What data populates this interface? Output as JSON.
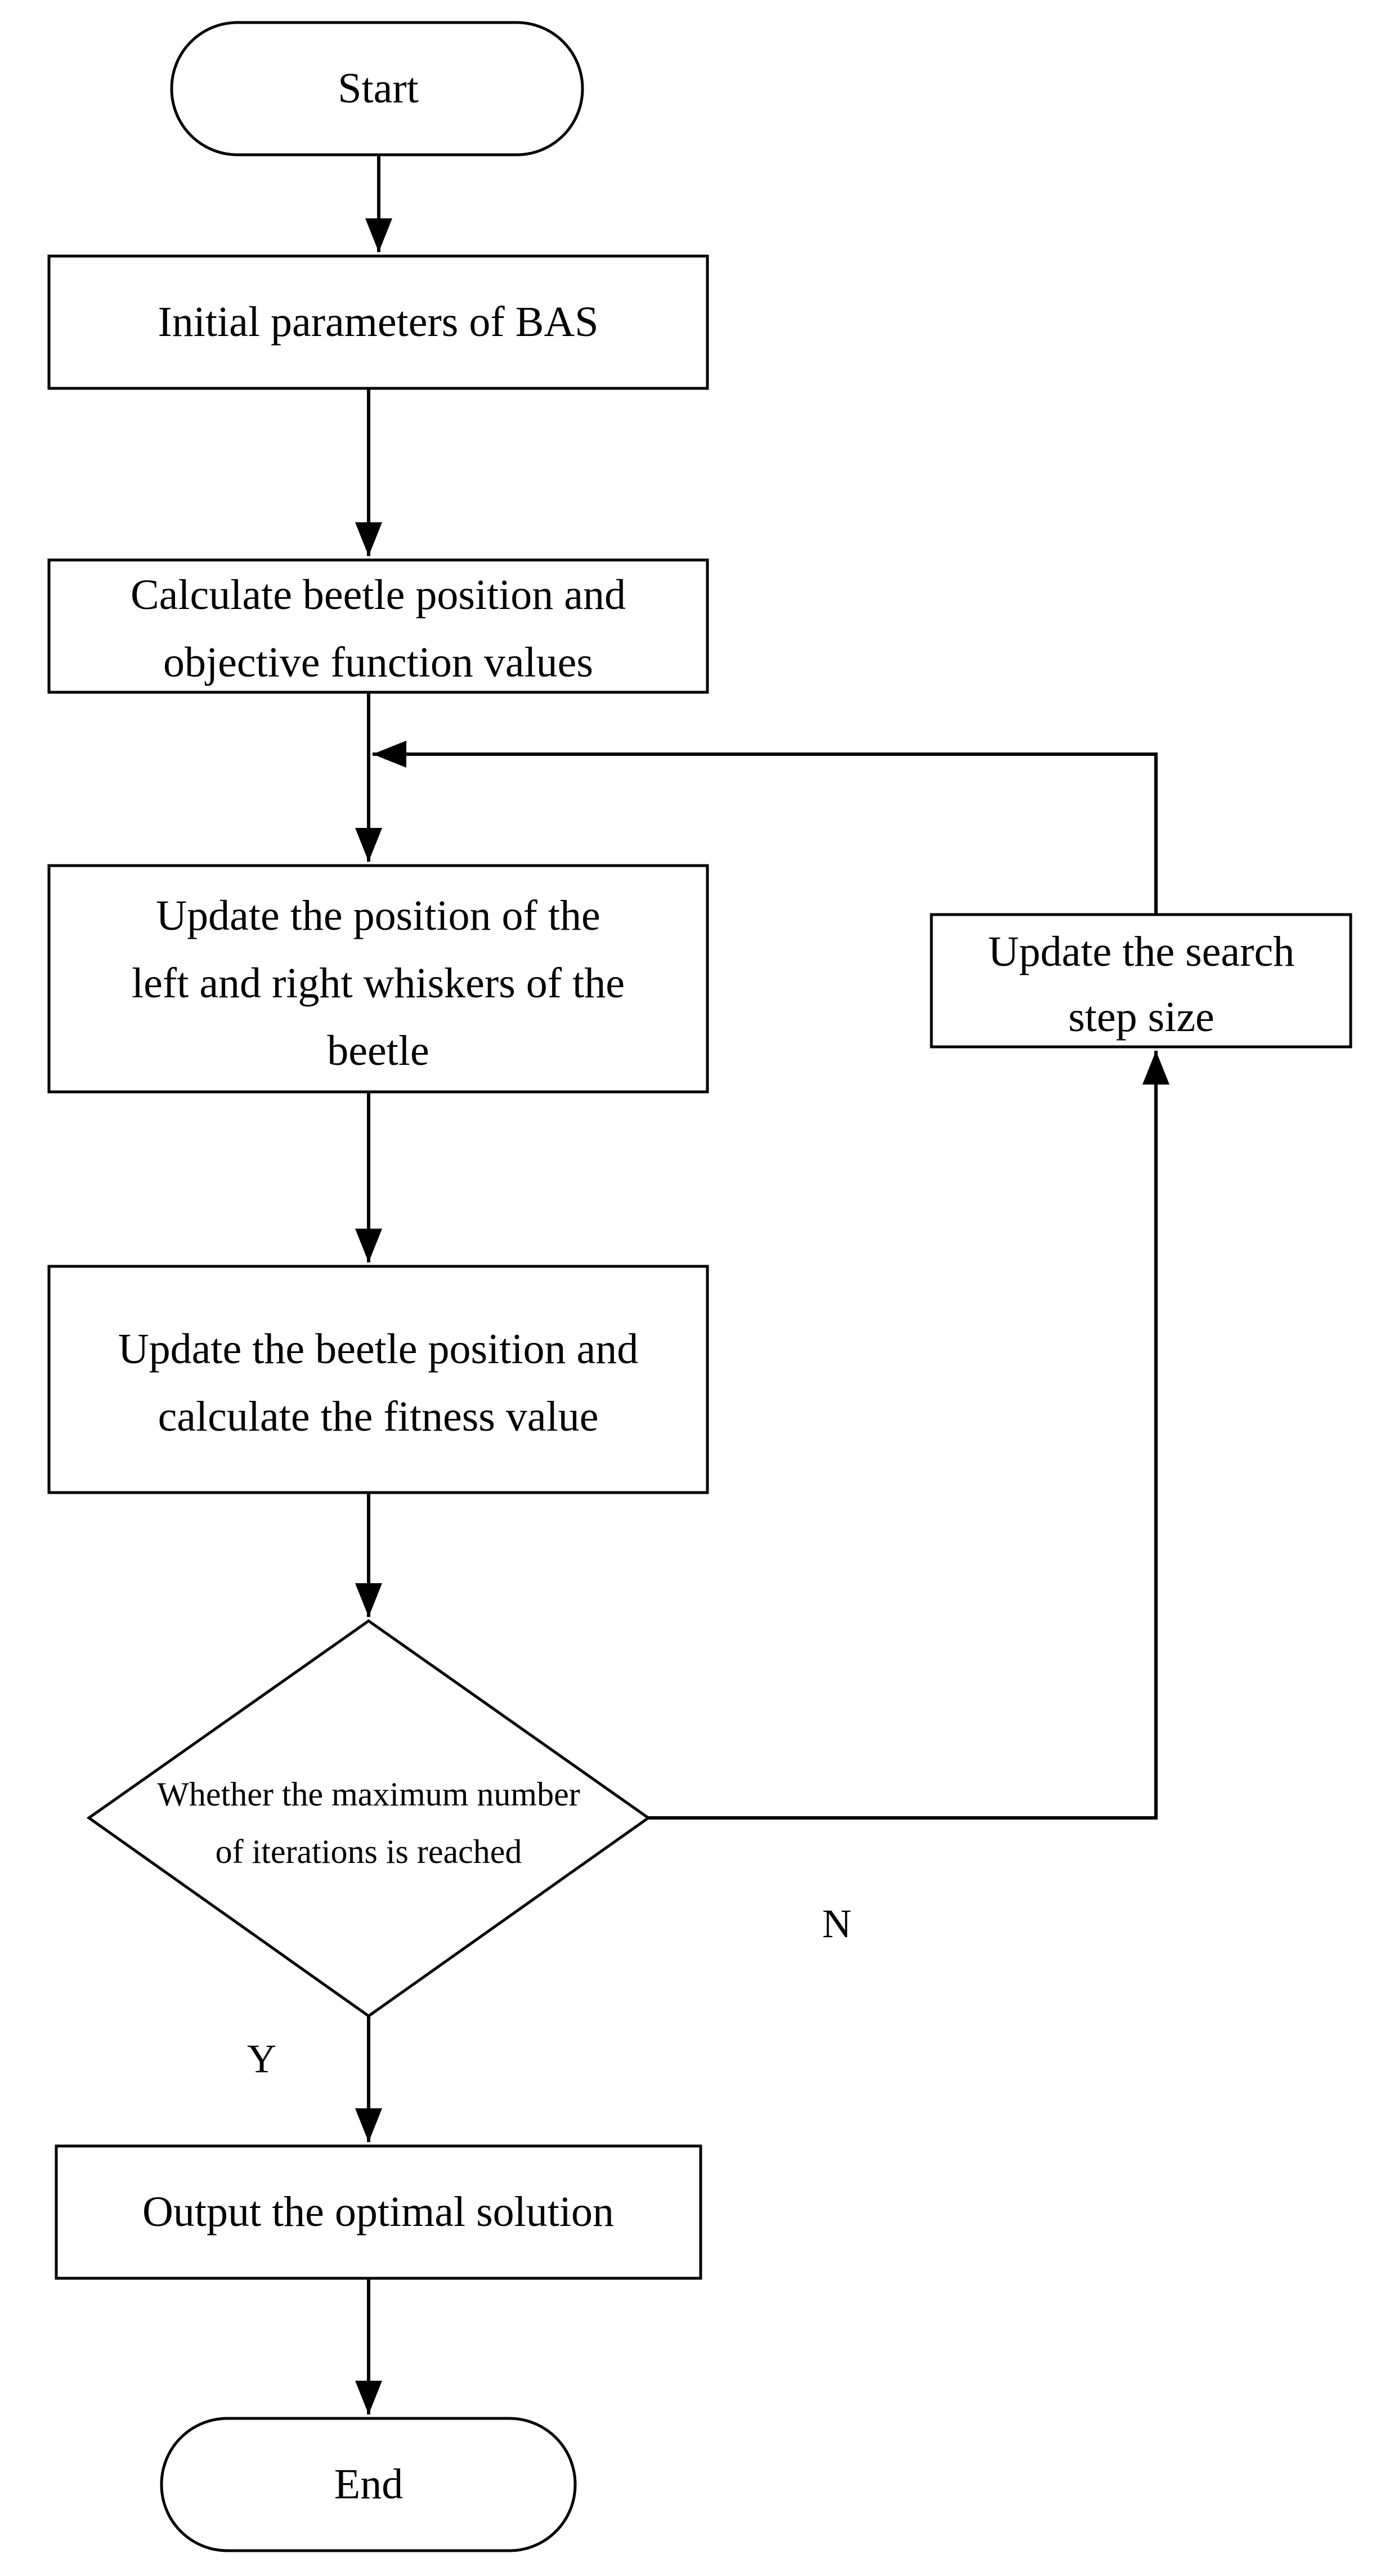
{
  "diagram": {
    "nodes": {
      "start": {
        "label": "Start"
      },
      "init": {
        "label": "Initial parameters of BAS"
      },
      "calc": {
        "lines": [
          "Calculate beetle position and",
          "objective function values"
        ]
      },
      "whiskers": {
        "lines": [
          "Update the position of the",
          "left and right whiskers of the",
          "beetle"
        ]
      },
      "update_pos": {
        "lines": [
          "Update the beetle position and",
          "calculate the fitness value"
        ]
      },
      "decision": {
        "lines": [
          "Whether the maximum number",
          "of iterations is reached"
        ]
      },
      "step": {
        "lines": [
          "Update the search",
          "step size"
        ]
      },
      "output": {
        "label": "Output the optimal solution"
      },
      "end": {
        "label": "End"
      }
    },
    "edge_labels": {
      "no": "N",
      "yes": "Y"
    }
  },
  "colors": {
    "stroke": "#000000",
    "background": "#ffffff"
  }
}
